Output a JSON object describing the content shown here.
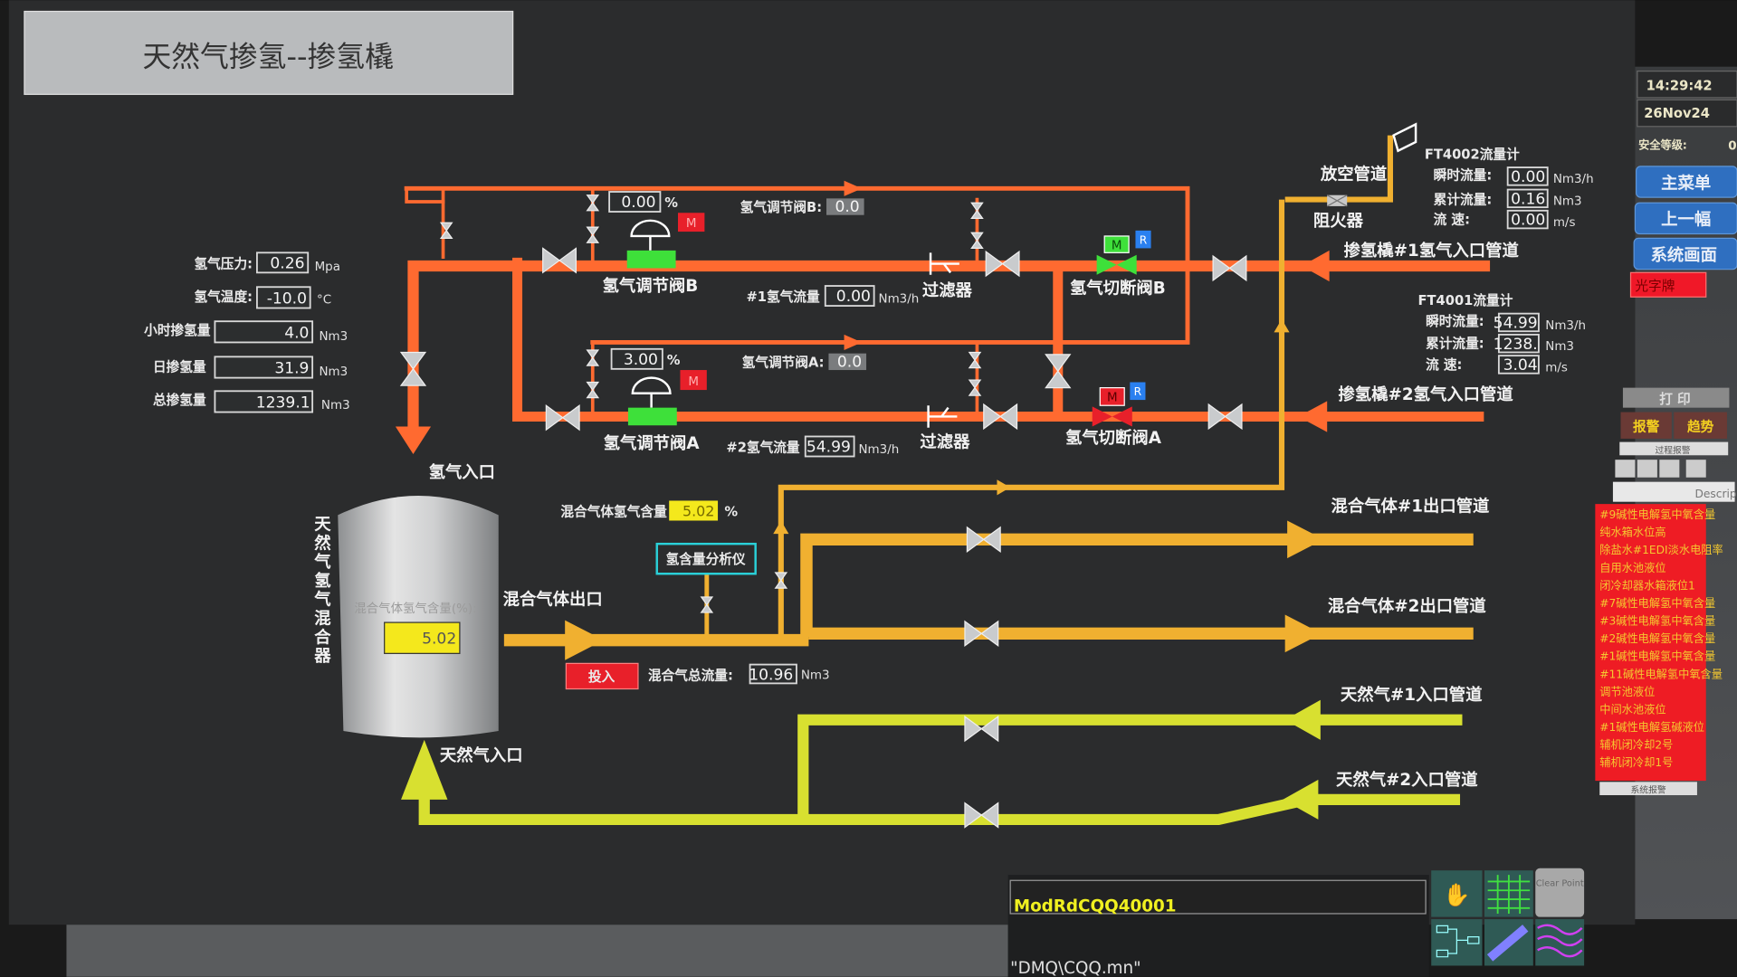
{
  "title": "天然气掺氢--掺氢橇",
  "sidebar": {
    "time": "14:29:42",
    "date": "26Nov24",
    "safety_label": "安全等级:",
    "safety_value": "0",
    "main_menu": "主菜单",
    "prev_screen": "上一幅",
    "system_screen": "系统画面",
    "annunciator": "光字牌",
    "print": "打 印",
    "alarm": "报警",
    "trend": "趋势",
    "process_alarm": "过程报警",
    "description_header": "Description",
    "system_alarm": "系统报警",
    "alarm_items": [
      "#9碱性电解氢中氧含量",
      "纯水箱水位高",
      "除盐水#1EDI淡水电阻率",
      "自用水池液位",
      "闭冷却器水箱液位1",
      "#7碱性电解氢中氧含量",
      "#3碱性电解氢中氧含量",
      "#2碱性电解氢中氧含量",
      "#1碱性电解氢中氧含量",
      "#11碱性电解氢中氧含量",
      "调节池液位",
      "中间水池液位",
      "#1碱性电解氢碱液位",
      "辅机闭冷却2号",
      "辅机闭冷却1号"
    ]
  },
  "left_params": {
    "h2_pressure": {
      "label": "氢气压力:",
      "value": "0.26",
      "unit": "Mpa"
    },
    "h2_temperature": {
      "label": "氢气温度:",
      "value": "-10.0",
      "unit": "°C"
    },
    "hourly_blend": {
      "label": "小时掺氢量",
      "value": "4.0",
      "unit": "Nm3"
    },
    "daily_blend": {
      "label": "日掺氢量",
      "value": "31.9",
      "unit": "Nm3"
    },
    "total_blend": {
      "label": "总掺氢量",
      "value": "1239.1",
      "unit": "Nm3"
    }
  },
  "line_b": {
    "opening": "0.00",
    "opening_unit": "%",
    "mode_badge": "M",
    "valve_label": "氢气调节阀B",
    "setpoint_label": "氢气调节阀B:",
    "setpoint_value": "0.0",
    "flow_label": "#1氢气流量",
    "flow_value": "0.00",
    "flow_unit": "Nm3/h",
    "filter_label": "过滤器",
    "shutoff_label": "氢气切断阀B",
    "shutoff_m": "M",
    "shutoff_r": "R",
    "inlet_label": "掺氢橇#1氢气入口管道"
  },
  "line_a": {
    "opening": "3.00",
    "opening_unit": "%",
    "mode_badge": "M",
    "valve_label": "氢气调节阀A",
    "setpoint_label": "氢气调节阀A:",
    "setpoint_value": "0.0",
    "flow_label": "#2氢气流量",
    "flow_value": "54.99",
    "flow_unit": "Nm3/h",
    "filter_label": "过滤器",
    "shutoff_label": "氢气切断阀A",
    "shutoff_m": "M",
    "shutoff_r": "R",
    "inlet_label": "掺氢橇#2氢气入口管道"
  },
  "vent": {
    "label": "放空管道",
    "arrestor": "阻火器"
  },
  "ft4002": {
    "title": "FT4002流量计",
    "inst_label": "瞬时流量:",
    "inst_value": "0.00",
    "inst_unit": "Nm3/h",
    "total_label": "累计流量:",
    "total_value": "0.16",
    "total_unit": "Nm3",
    "speed_label": "流    速:",
    "speed_value": "0.00",
    "speed_unit": "m/s"
  },
  "ft4001": {
    "title": "FT4001流量计",
    "inst_label": "瞬时流量:",
    "inst_value": "54.99",
    "inst_unit": "Nm3/h",
    "total_label": "累计流量:",
    "total_value": "1238.",
    "total_unit": "Nm3",
    "speed_label": "流    速:",
    "speed_value": "3.04",
    "speed_unit": "m/s"
  },
  "mixer": {
    "h2_inlet": "氢气入口",
    "ng_inlet": "天然气入口",
    "name": "天然气氢气混合器",
    "tank_label": "混合气体氢气含量(%):",
    "tank_value": "5.02",
    "outlet_label": "混合气体出口"
  },
  "mix": {
    "h2_content_label": "混合气体氢气含量",
    "h2_content_value": "5.02",
    "h2_content_unit": "%",
    "analyzer": "氢含量分析仪",
    "enable_button": "投入",
    "total_flow_label": "混合气总流量:",
    "total_flow_value": "10.96",
    "total_flow_unit": "Nm3"
  },
  "pipes": {
    "mix_out_1": "混合气体#1出口管道",
    "mix_out_2": "混合气体#2出口管道",
    "ng_in_1": "天然气#1入口管道",
    "ng_in_2": "天然气#2入口管道"
  },
  "bottom": {
    "command": "ModRdCQQ40001",
    "file": "\"DMQ\\CQQ.mn\"",
    "clear_point": "Clear Point"
  },
  "colors": {
    "hydrogen": "#ff6a30",
    "mixed": "#f0b030",
    "natural_gas": "#d8e030",
    "open_valve": "#3ee03a",
    "closed_valve": "#e8202a",
    "badge_blue": "#2a80f0"
  }
}
